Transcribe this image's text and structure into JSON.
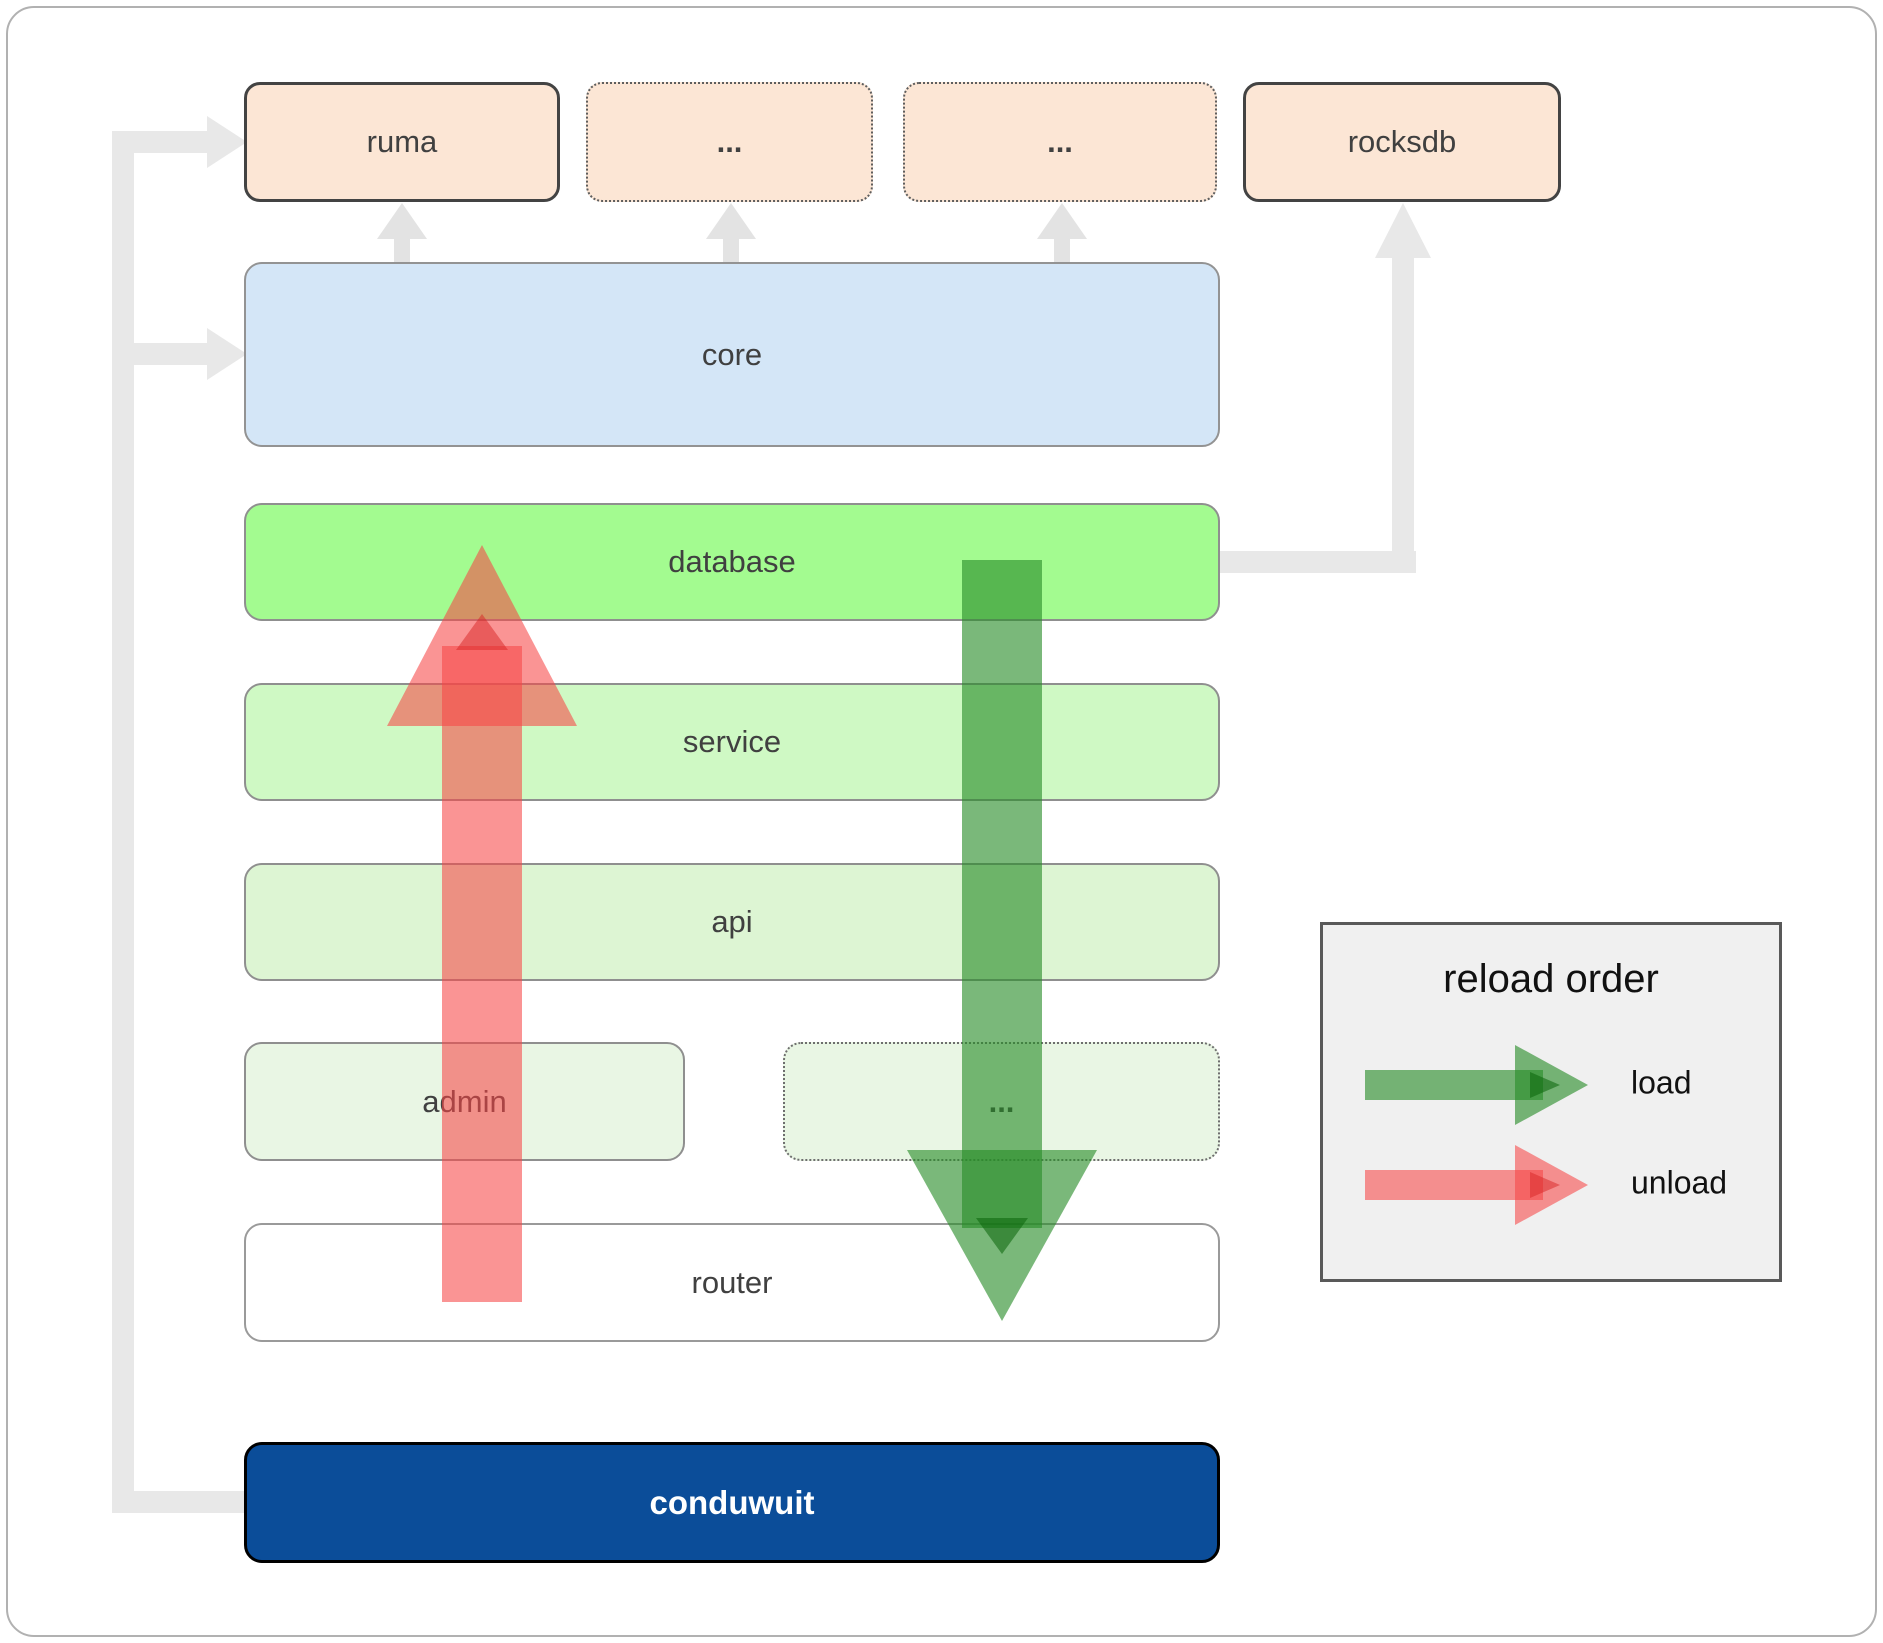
{
  "diagram": {
    "top_row": [
      {
        "label": "ruma",
        "border": "solid"
      },
      {
        "label": "...",
        "border": "dotted"
      },
      {
        "label": "...",
        "border": "dotted"
      },
      {
        "label": "rocksdb",
        "border": "solid"
      }
    ],
    "stack": {
      "core": "core",
      "database": "database",
      "service": "service",
      "api": "api",
      "admin": "admin",
      "admin_ellipsis": "...",
      "router": "router",
      "conduwuit": "conduwuit"
    },
    "legend": {
      "title": "reload order",
      "load_label": "load",
      "unload_label": "unload"
    },
    "colors": {
      "module_peach": "#fce6d5",
      "core_blue": "#d4e6f7",
      "database_green": "#a3fb90",
      "service_green": "#cff9c4",
      "api_green": "#ddf5d3",
      "admin_green": "#e9f6e4",
      "router_white": "#ffffff",
      "conduwuit_navy": "#0b4d99",
      "legend_bg": "#f0f0f0",
      "connector_gray": "#e8e8e8",
      "uparrow_gray": "#e3e3e3",
      "load_green": "rgba(40,140,40,0.62)",
      "unload_red": "rgba(246,70,70,0.58)",
      "load_marker": "rgba(10,100,10,0.55)",
      "unload_marker": "rgba(215,35,35,0.5)"
    }
  }
}
